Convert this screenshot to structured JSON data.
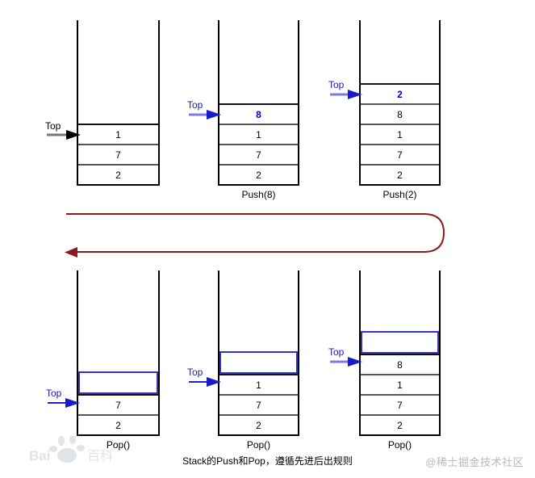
{
  "diagram": {
    "title_caption": "Stack的Push和Pop，遵循先进后出规则",
    "pointer_label": "Top",
    "colors": {
      "cell_border": "#555555",
      "stack_border": "#000000",
      "highlight_text": "#0000cc",
      "blue_pointer": "#1a1aaa",
      "empty_slot_border": "#3333bb",
      "loop_arrow": "#8b1a1a"
    }
  },
  "stacks": [
    {
      "id": "stack-initial",
      "op_label": "",
      "pointer_label": "Top",
      "pointer_color": "dark",
      "cells": [
        {
          "value": "1",
          "highlight": false,
          "empty": false
        },
        {
          "value": "7",
          "highlight": false,
          "empty": false
        },
        {
          "value": "2",
          "highlight": false,
          "empty": false
        }
      ]
    },
    {
      "id": "stack-push-8",
      "op_label": "Push(8)",
      "pointer_label": "Top",
      "pointer_color": "blue",
      "cells": [
        {
          "value": "8",
          "highlight": true,
          "empty": false
        },
        {
          "value": "1",
          "highlight": false,
          "empty": false
        },
        {
          "value": "7",
          "highlight": false,
          "empty": false
        },
        {
          "value": "2",
          "highlight": false,
          "empty": false
        }
      ]
    },
    {
      "id": "stack-push-2",
      "op_label": "Push(2)",
      "pointer_label": "Top",
      "pointer_color": "blue",
      "cells": [
        {
          "value": "2",
          "highlight": true,
          "empty": false
        },
        {
          "value": "8",
          "highlight": false,
          "empty": false
        },
        {
          "value": "1",
          "highlight": false,
          "empty": false
        },
        {
          "value": "7",
          "highlight": false,
          "empty": false
        },
        {
          "value": "2",
          "highlight": false,
          "empty": false
        }
      ]
    },
    {
      "id": "stack-pop-1",
      "op_label": "Pop()",
      "pointer_label": "Top",
      "pointer_color": "blue",
      "cells": [
        {
          "value": "",
          "highlight": false,
          "empty": true
        },
        {
          "value": "8",
          "highlight": false,
          "empty": false
        },
        {
          "value": "1",
          "highlight": false,
          "empty": false
        },
        {
          "value": "7",
          "highlight": false,
          "empty": false
        },
        {
          "value": "2",
          "highlight": false,
          "empty": false
        }
      ]
    },
    {
      "id": "stack-pop-2",
      "op_label": "Pop()",
      "pointer_label": "Top",
      "pointer_color": "blue",
      "cells": [
        {
          "value": "",
          "highlight": false,
          "empty": true
        },
        {
          "value": "1",
          "highlight": false,
          "empty": false
        },
        {
          "value": "7",
          "highlight": false,
          "empty": false
        },
        {
          "value": "2",
          "highlight": false,
          "empty": false
        }
      ]
    },
    {
      "id": "stack-pop-3",
      "op_label": "Pop()",
      "pointer_label": "Top",
      "pointer_color": "blue",
      "cells": [
        {
          "value": "",
          "highlight": false,
          "empty": true
        },
        {
          "value": "7",
          "highlight": false,
          "empty": false
        },
        {
          "value": "2",
          "highlight": false,
          "empty": false
        }
      ]
    }
  ],
  "watermarks": {
    "baidu": "Baidu百科",
    "juejin": "@稀土掘金技术社区"
  }
}
